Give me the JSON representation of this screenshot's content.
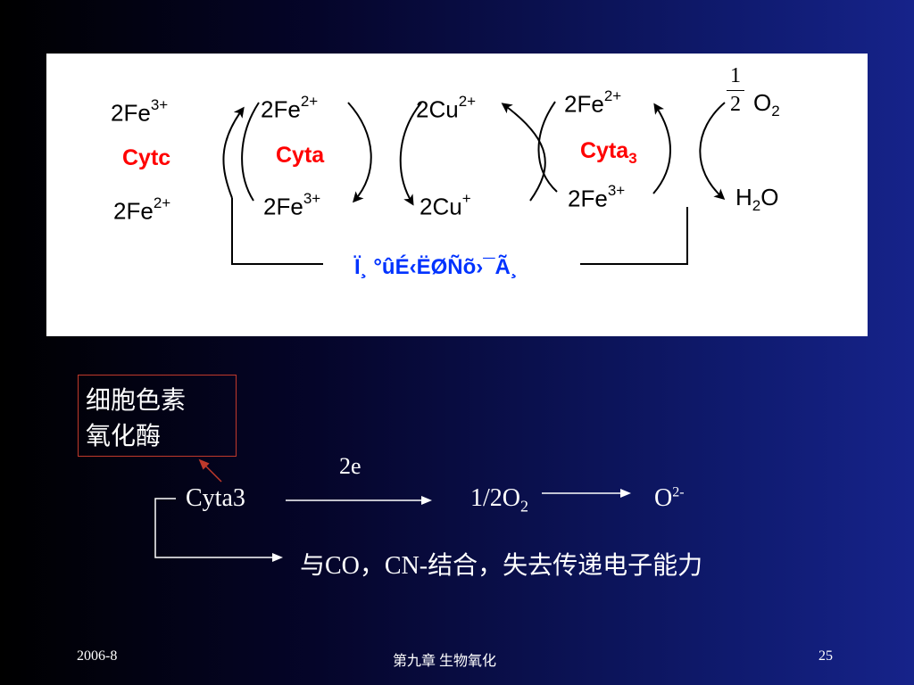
{
  "diagram": {
    "col1": {
      "top_base": "2Fe",
      "top_sup": "3+",
      "enzyme": "Cytc",
      "bottom_base": "2Fe",
      "bottom_sup": "2+"
    },
    "col2": {
      "top_base": "2Fe",
      "top_sup": "2+",
      "enzyme": "Cyta",
      "bottom_base": "2Fe",
      "bottom_sup": "3+"
    },
    "col3": {
      "top_base": "2Cu",
      "top_sup": "2+",
      "bottom_base": "2Cu",
      "bottom_sup": "+"
    },
    "col4": {
      "top_base": "2Fe",
      "top_sup": "2+",
      "enzyme_base": "Cyta",
      "enzyme_sub": "3",
      "bottom_base": "2Fe",
      "bottom_sup": "3+"
    },
    "oxygen": {
      "num": "1",
      "den": "2",
      "base": "O",
      "sub": "2"
    },
    "water": {
      "pre": "H",
      "sub": "2",
      "post": "O"
    },
    "garbled_label": "Ï¸ °ûÉ‹ËØÑõ›¯Ã¸"
  },
  "note_box": {
    "line1": "细胞色素",
    "line2": "氧化酶"
  },
  "reaction": {
    "electrons": "2e",
    "reactant": "Cyta3",
    "oxygen_base": "1/2O",
    "oxygen_sub": "2",
    "product_base": "O",
    "product_sup": "2-",
    "inhibition_text": "与CO，CN-结合，失去传递电子能力"
  },
  "footer": {
    "date": "2006-8",
    "chapter": "第九章  生物氧化",
    "page": "25"
  }
}
